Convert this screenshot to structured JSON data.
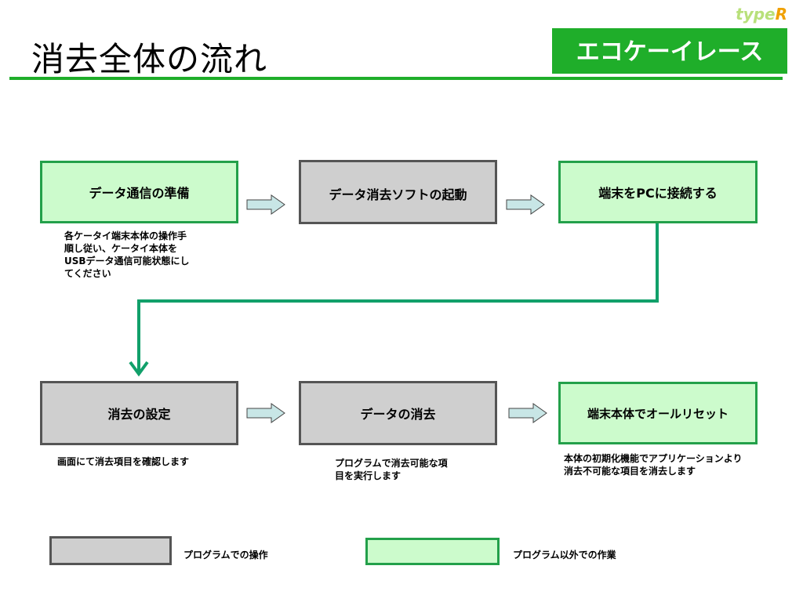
{
  "header": {
    "title": "消去全体の流れ",
    "brand_badge": "typeR",
    "brand_name": "エコケーイレース"
  },
  "steps": [
    {
      "label": "データ通信の準備",
      "kind": "manual",
      "note": "各ケータイ端末本体の操作手順し従い、ケータイ本体をUSBデータ通信可能状態にしてください"
    },
    {
      "label": "データ消去ソフトの起動",
      "kind": "program",
      "note": ""
    },
    {
      "label": "端末をPCに接続する",
      "kind": "manual",
      "note": ""
    },
    {
      "label": "消去の設定",
      "kind": "program",
      "note": "画面にて消去項目を確認します"
    },
    {
      "label": "データの消去",
      "kind": "program",
      "note": "プログラムで消去可能な項目を実行します"
    },
    {
      "label": "端末本体でオールリセット",
      "kind": "manual",
      "note": "本体の初期化機能でアプリケーションより消去不可能な項目を消去します"
    }
  ],
  "notes": {
    "step1_lines": [
      "各ケータイ端末本体の操作手",
      "順し従い、ケータイ本体を",
      "USBデータ通信可能状態にし",
      "てください"
    ],
    "step4_lines": [
      "画面にて消去項目を確認します"
    ],
    "step5_lines": [
      "プログラムで消去可能な項",
      "目を実行します"
    ],
    "step6_lines": [
      "本体の初期化機能でアプリケーションより",
      "消去不可能な項目を消去します"
    ]
  },
  "legend": [
    {
      "label": "プログラムでの操作",
      "kind": "program"
    },
    {
      "label": "プログラム以外での作業",
      "kind": "manual"
    }
  ],
  "colors": {
    "accent_green": "#1fae2a",
    "manual_fill": "#ccfbcc",
    "manual_border": "#23a04a",
    "program_fill": "#cfcfcf",
    "program_border": "#555555",
    "connector": "#11a06a",
    "arrow_fill": "#c8e6e6"
  }
}
